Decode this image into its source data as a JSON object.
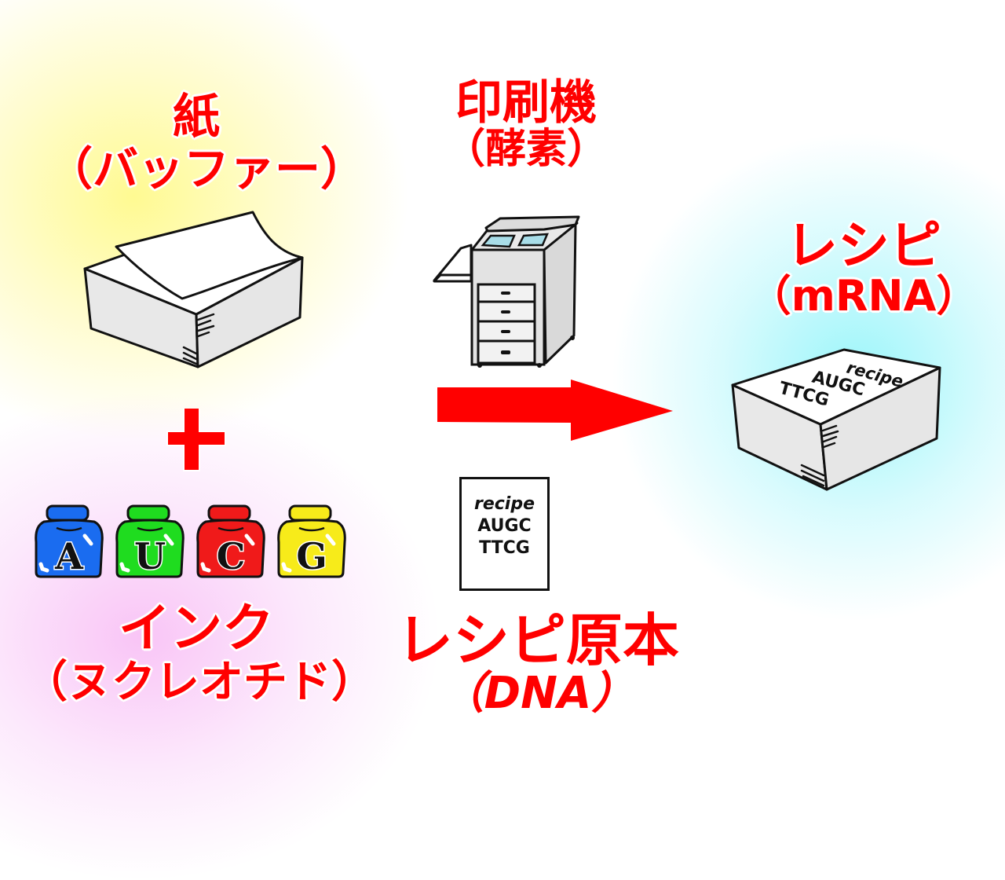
{
  "title": "mRNA synthesis analogy diagram",
  "colors": {
    "label_text": "#ff0000",
    "arrow": "#ff0000",
    "outline": "#111111",
    "box_face": "#e6e6e6",
    "printer_glass": "#a8dde8",
    "glow_paper": "#fff98c",
    "glow_ink": "#f8bef5",
    "glow_recipe": "#96f5fa"
  },
  "paper": {
    "label": "紙",
    "sublabel": "（バッファー）",
    "icon": "paper-stack-icon"
  },
  "plus": {
    "symbol": "+",
    "icon": "plus-icon"
  },
  "ink": {
    "label": "インク",
    "sublabel": "（ヌクレオチド）",
    "bottles": [
      {
        "letter": "A",
        "color": "#1a6cf0"
      },
      {
        "letter": "U",
        "color": "#1fdc1f"
      },
      {
        "letter": "C",
        "color": "#f01a1a"
      },
      {
        "letter": "G",
        "color": "#f7eb1a"
      }
    ]
  },
  "printer": {
    "label": "印刷機",
    "sublabel": "（酵素）",
    "icon": "printer-icon"
  },
  "arrow": {
    "icon": "right-arrow-icon"
  },
  "template_doc": {
    "lines": [
      "recipe",
      "AUGC",
      "TTCG"
    ],
    "label": "レシピ原本",
    "sublabel": "（DNA）"
  },
  "product": {
    "label": "レシピ",
    "sublabel": "（mRNA）",
    "lines": [
      "recipe",
      "AUGC",
      "TTCG"
    ],
    "icon": "printed-stack-icon"
  }
}
